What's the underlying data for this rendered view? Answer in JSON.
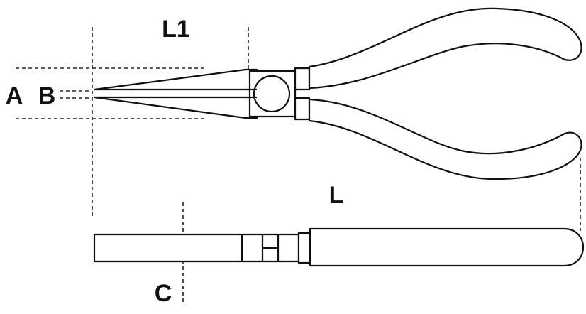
{
  "labels": {
    "l1": "L1",
    "a": "A",
    "b": "B",
    "l": "L",
    "c": "C"
  },
  "colors": {
    "line": "#111111",
    "dim": "#222222",
    "background": "#ffffff"
  },
  "icons": {
    "tool": "needle-nose-pliers-icon"
  }
}
